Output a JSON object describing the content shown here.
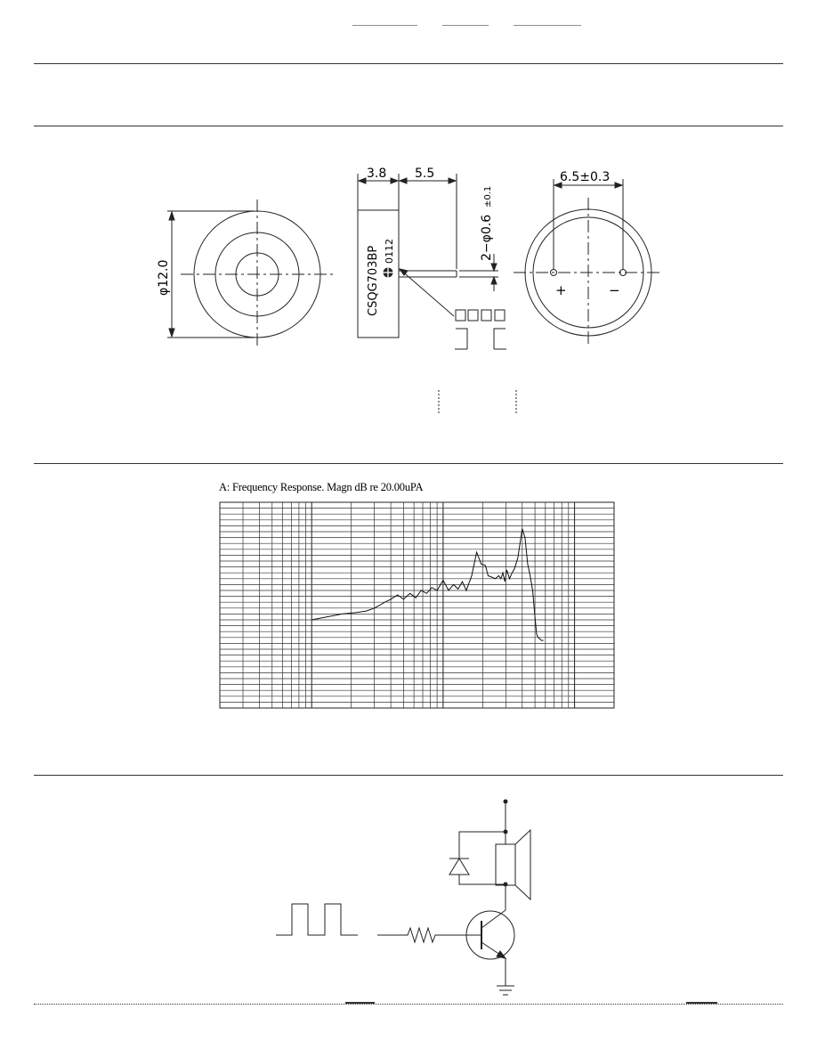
{
  "drawing": {
    "dim_thickness": "3.8",
    "dim_pin_length": "5.5",
    "dim_pin_diameter": "2−φ0.6",
    "dim_pin_tol": "±0.1",
    "dim_pin_spacing": "6.5±0.3",
    "dim_outer_diameter": "φ12.0",
    "part_marking": "CSQG703BP",
    "date_code": "0112",
    "polarity_plus": "+",
    "polarity_minus": "−"
  },
  "graph": {
    "title": "A: Frequency Response. Magn dB re 20.00uPA"
  },
  "chart_data": {
    "type": "line",
    "title": "A: Frequency Response. Magn dB re 20.00uPA",
    "xlabel": "",
    "ylabel": "",
    "grid": true,
    "x_scale": "log",
    "series": [
      {
        "x": [
          100,
          130,
          170,
          220,
          260,
          300,
          330,
          360,
          400,
          450,
          500,
          560,
          620,
          680,
          750,
          820,
          900,
          1000,
          1100,
          1200,
          1300,
          1400,
          1500,
          1650,
          1800,
          1950,
          2100,
          2200,
          2350,
          2500,
          2650,
          2750,
          2850,
          2950,
          3050,
          3200,
          3350,
          3500,
          3700,
          3850,
          4000,
          4200,
          4400,
          4600,
          4800,
          5000,
          5150,
          5300,
          5450,
          5600,
          5800
        ],
        "y": [
          30,
          31,
          32,
          32.5,
          33,
          34,
          35,
          36,
          37,
          38.5,
          37,
          39,
          37.5,
          40,
          39,
          41,
          40,
          43.5,
          40,
          42,
          40.5,
          43,
          40,
          45,
          53,
          49,
          48.5,
          45,
          44.5,
          44,
          45,
          44,
          46,
          43,
          47,
          44,
          46,
          47.5,
          51,
          56,
          61,
          58,
          49,
          45,
          40,
          31,
          25,
          24,
          23.5,
          23,
          23
        ]
      }
    ]
  },
  "circuit": {
    "components": [
      "square-wave-source",
      "resistor",
      "npn-transistor",
      "diode",
      "speaker",
      "ground",
      "supply"
    ]
  }
}
